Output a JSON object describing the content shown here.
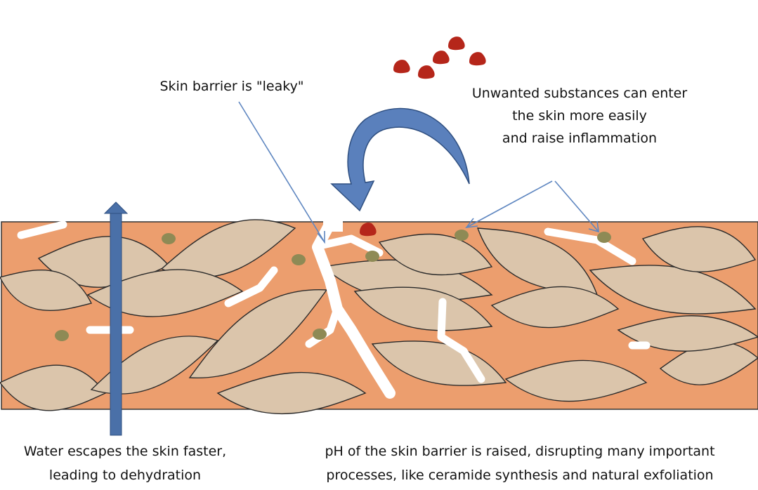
{
  "labels": {
    "leaky": "Skin barrier is \"leaky\"",
    "unwanted": [
      "Unwanted substances can enter",
      "the skin more easily",
      "and raise inflammation"
    ],
    "water": [
      "Water escapes the skin faster,",
      "leading to dehydration"
    ],
    "ph": [
      "pH of the skin barrier is raised, disrupting many important",
      "processes, like ceramide synthesis and natural exfoliation"
    ]
  },
  "colors": {
    "lipid_matrix": "#EC9E6E",
    "cell": "#DBC5AB",
    "irritant_particle": "#8E8A55",
    "allergen": "#B5261A",
    "arrow": "#4A70A8"
  }
}
